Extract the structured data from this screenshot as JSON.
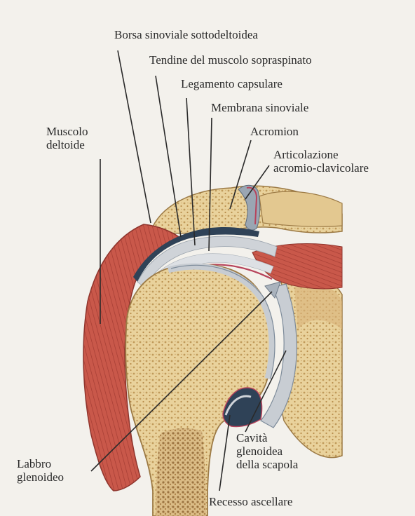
{
  "labels": {
    "borsa": "Borsa sinoviale sottodeltoidea",
    "tendine": "Tendine del muscolo sopraspinato",
    "legamento": "Legamento capsulare",
    "membrana": "Membrana sinoviale",
    "acromion": "Acromion",
    "articolazione": [
      "Articolazione",
      "acromio-clavicolare"
    ],
    "deltoide": [
      "Muscolo",
      "deltoide"
    ],
    "labbro": [
      "Labbro",
      "glenoideo"
    ],
    "cavita": [
      "Cavità",
      "glenoidea",
      "della scapola"
    ],
    "recesso": "Recesso ascellare"
  },
  "colors": {
    "background": "#f3f1ec",
    "bone": "#e7cf98",
    "bone_dot": "#b88d4c",
    "muscle": "#c9584a",
    "muscle_dark": "#a33c33",
    "synovial_blue": "#2f4257",
    "capsule_grey": "#cfd3d8",
    "leader_line": "#2a2a2a"
  }
}
